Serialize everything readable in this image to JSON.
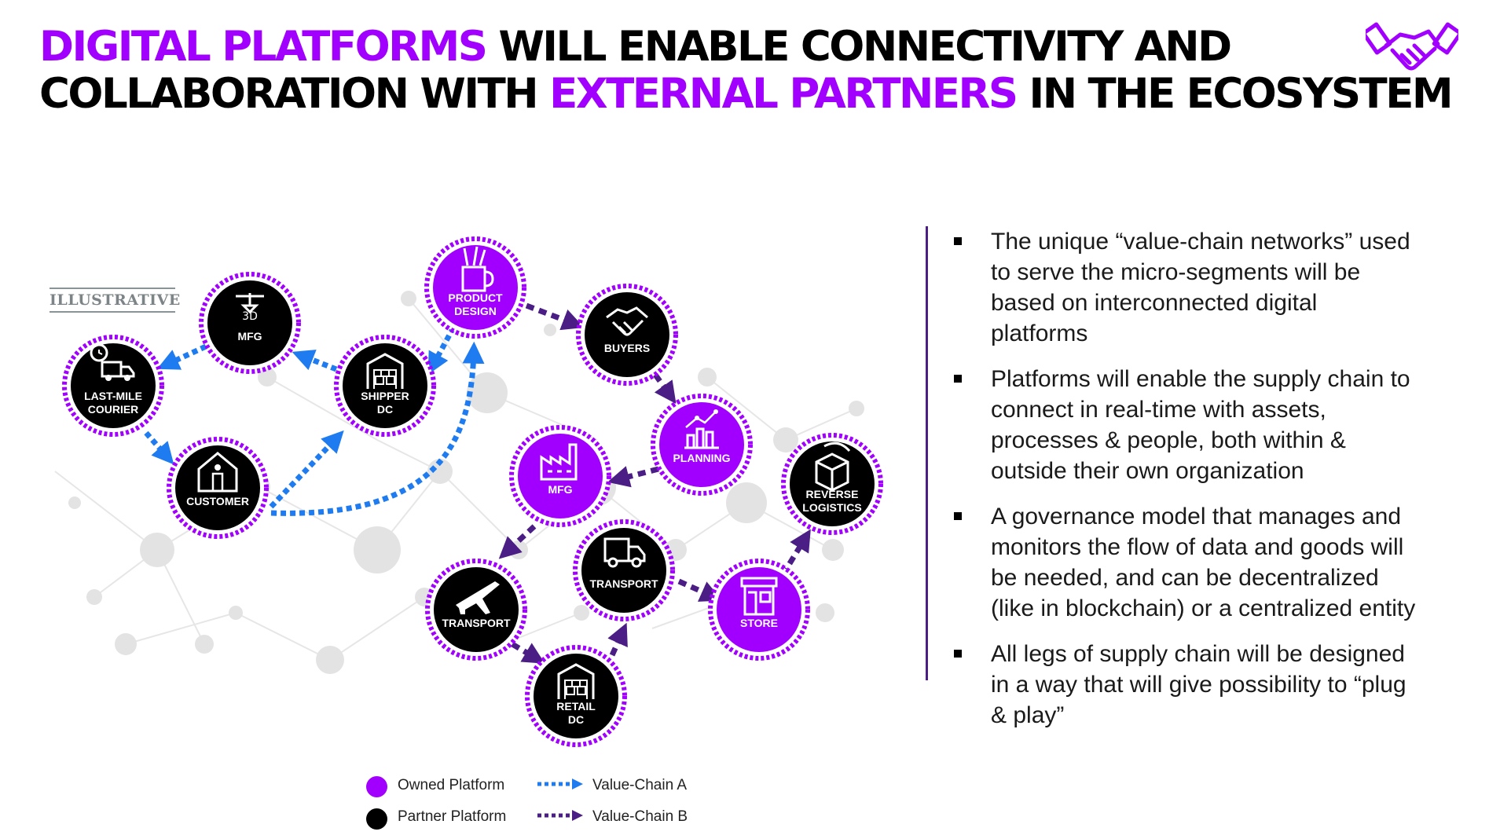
{
  "title": {
    "line1_highlight": "DIGITAL PLATFORMS",
    "line1_rest": "WILL ENABLE CONNECTIVITY AND",
    "line2_start": "COLLABORATION WITH",
    "line2_highlight": "EXTERNAL PARTNERS",
    "line2_end": "IN THE ECOSYSTEM"
  },
  "illustrative_label": "ILLUSTRATIVE",
  "colors": {
    "owned": "#a100ff",
    "partner": "#000000",
    "value_chain_a": "#1e7cf0",
    "value_chain_b": "#4b1e86"
  },
  "nodes": [
    {
      "id": "mfg_3d",
      "lines": [
        "MFG"
      ],
      "type": "partner",
      "icon": "3d-printer-icon"
    },
    {
      "id": "last_mile",
      "lines": [
        "LAST-MILE",
        "COURIER"
      ],
      "type": "partner",
      "icon": "delivery-truck-clock-icon"
    },
    {
      "id": "customer",
      "lines": [
        "CUSTOMER"
      ],
      "type": "partner",
      "icon": "house-person-icon"
    },
    {
      "id": "shipper_dc",
      "lines": [
        "SHIPPER",
        "DC"
      ],
      "type": "partner",
      "icon": "warehouse-icon"
    },
    {
      "id": "product_design",
      "lines": [
        "PRODUCT",
        "DESIGN"
      ],
      "type": "owned",
      "icon": "design-tools-cup-icon"
    },
    {
      "id": "buyers",
      "lines": [
        "BUYERS"
      ],
      "type": "partner",
      "icon": "handshake-icon"
    },
    {
      "id": "planning",
      "lines": [
        "PLANNING"
      ],
      "type": "owned",
      "icon": "bar-chart-icon"
    },
    {
      "id": "mfg",
      "lines": [
        "MFG"
      ],
      "type": "owned",
      "icon": "factory-icon"
    },
    {
      "id": "reverse_logistics",
      "lines": [
        "REVERSE",
        "LOGISTICS"
      ],
      "type": "partner",
      "icon": "return-box-icon"
    },
    {
      "id": "transport_air",
      "lines": [
        "TRANSPORT"
      ],
      "type": "partner",
      "icon": "airplane-icon"
    },
    {
      "id": "transport_truck",
      "lines": [
        "TRANSPORT"
      ],
      "type": "partner",
      "icon": "truck-icon"
    },
    {
      "id": "retail_dc",
      "lines": [
        "RETAIL",
        "DC"
      ],
      "type": "partner",
      "icon": "warehouse-icon"
    },
    {
      "id": "store",
      "lines": [
        "STORE"
      ],
      "type": "owned",
      "icon": "storefront-icon"
    }
  ],
  "legend": {
    "owned": "Owned Platform",
    "partner": "Partner Platform",
    "chain_a": "Value-Chain A",
    "chain_b": "Value-Chain B"
  },
  "bullets": [
    {
      "lines": [
        "The unique “value-chain networks” used",
        "to serve the micro-segments will be",
        "based on interconnected digital",
        "platforms"
      ]
    },
    {
      "lines": [
        "Platforms will enable the supply chain to",
        "connect in real-time with assets,",
        "processes & people, both within &",
        "outside their own organization"
      ]
    },
    {
      "lines": [
        "A governance model that manages and",
        "monitors the flow of data and goods will",
        "be needed, and can be decentralized",
        "(like in blockchain) or a centralized entity"
      ]
    },
    {
      "lines": [
        "All legs of supply chain will be designed",
        "in a way that will give possibility to “plug",
        "& play”"
      ]
    }
  ]
}
